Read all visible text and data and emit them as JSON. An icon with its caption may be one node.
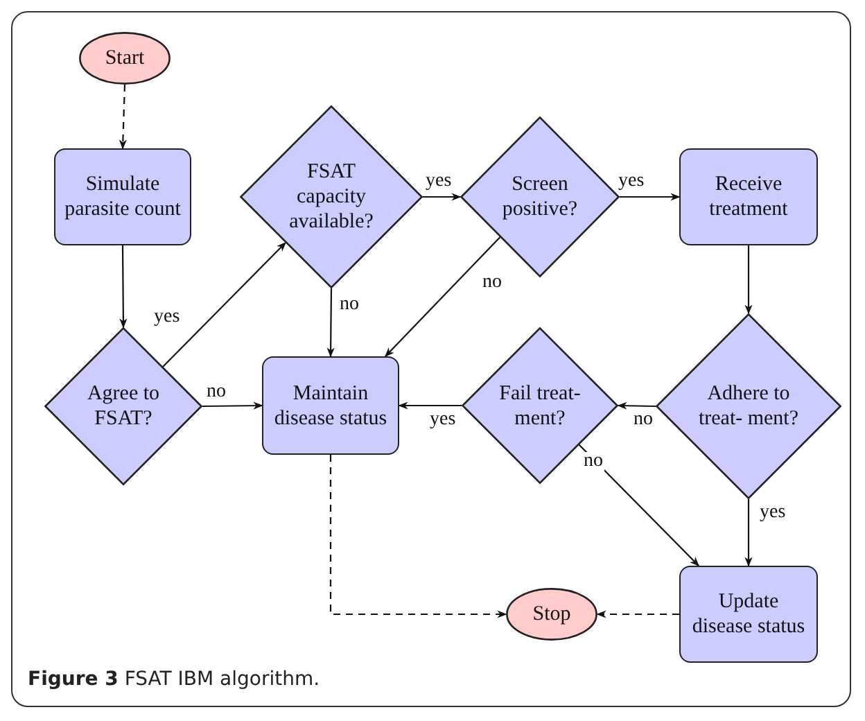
{
  "diagram": {
    "caption": "**Figure 3** FSAT IBM algorithm.",
    "nodes": [
      {
        "text": [
          "Start"
        ]
      },
      {
        "text": [
          "Simulate parasite count"
        ]
      },
      {
        "text": [
          "FSAT capacity available?"
        ]
      },
      {
        "text": [
          "Screen positive?"
        ]
      },
      {
        "text": [
          "Receive treatment"
        ]
      },
      {
        "text": [
          "Agree to FSAT?"
        ]
      },
      {
        "text": [
          "Maintain disease status"
        ]
      },
      {
        "text": [
          "Fail treat- ment?"
        ]
      },
      {
        "text": [
          "Adhere to treat- ment?"
        ]
      },
      {
        "text": [
          "Update disease status"
        ]
      },
      {
        "text": [
          "Stop"
        ]
      }
    ],
    "edges": [
      {
        "from": 0,
        "to": 1,
        "arrow": "to",
        "style": "dashed"
      },
      {
        "from": 1,
        "to": 5,
        "arrow": "to"
      },
      {
        "from": 5,
        "to": 2,
        "arrow": "to",
        "label": "yes"
      },
      {
        "from": 5,
        "to": 6,
        "arrow": "to",
        "label": "no"
      },
      {
        "from": 2,
        "to": 6,
        "arrow": "to",
        "label": "no"
      },
      {
        "from": 2,
        "to": 3,
        "arrow": "to",
        "label": "yes"
      },
      {
        "from": 3,
        "to": 4,
        "arrow": "to",
        "label": "yes"
      },
      {
        "from": 3,
        "to": 6,
        "arrow": "to",
        "label": "no"
      },
      {
        "from": 4,
        "to": 8,
        "arrow": "to"
      },
      {
        "from": 8,
        "to": 7,
        "arrow": "to",
        "label": "no"
      },
      {
        "from": 7,
        "to": 6,
        "arrow": "to",
        "label": "yes"
      },
      {
        "from": 8,
        "to": 9,
        "arrow": "to",
        "label": "yes"
      },
      {
        "from": 7,
        "to": 9,
        "arrow": "to",
        "label": "no"
      },
      {
        "from": 6,
        "to": 10,
        "arrow": "to",
        "style": "dashed"
      },
      {
        "from": 9,
        "to": 10,
        "arrow": "to",
        "style": "dashed"
      }
    ]
  }
}
